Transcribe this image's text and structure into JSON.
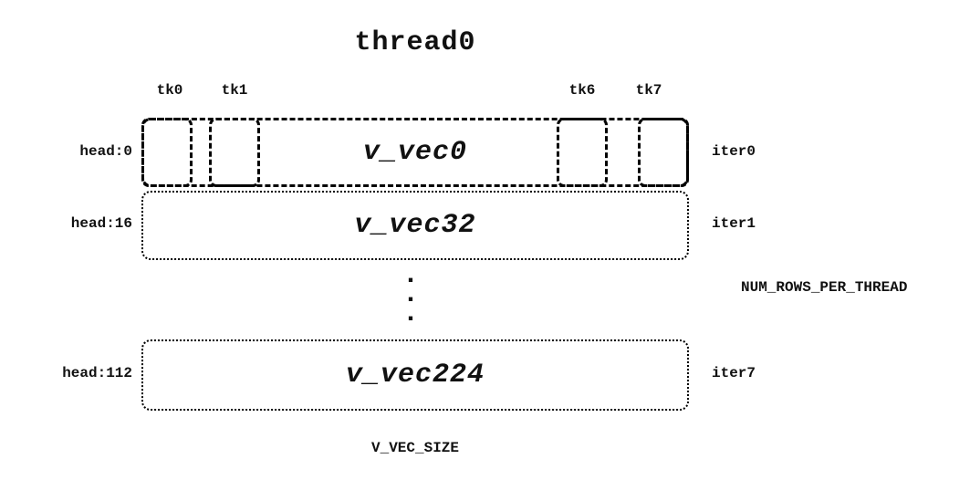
{
  "title": "thread0",
  "tk_labels": [
    "tk0",
    "tk1",
    "tk6",
    "tk7"
  ],
  "rows": [
    {
      "head": "head:0",
      "vec": "v_vec0",
      "iter": "iter0"
    },
    {
      "head": "head:16",
      "vec": "v_vec32",
      "iter": "iter1"
    },
    {
      "head": "head:112",
      "vec": "v_vec224",
      "iter": "iter7"
    }
  ],
  "ellipsis_dot": ".",
  "num_rows_label": "NUM_ROWS_PER_THREAD",
  "size_label": "V_VEC_SIZE",
  "colors": {
    "ink": "#111111",
    "background": "#ffffff"
  }
}
